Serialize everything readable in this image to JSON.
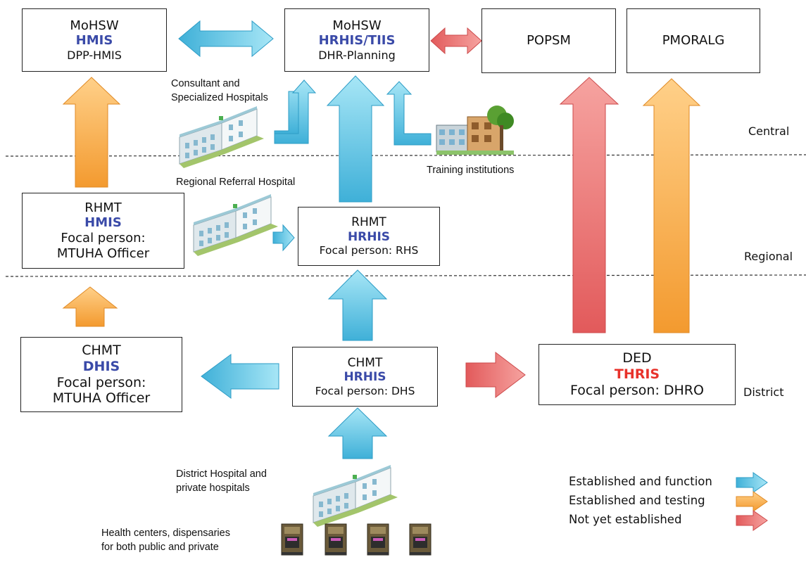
{
  "boxes": {
    "mohsw_hmis": {
      "org": "MoHSW",
      "system": "HMIS",
      "unit": "DPP-HMIS"
    },
    "mohsw_hrhis": {
      "org": "MoHSW",
      "system": "HRHIS/TIIS",
      "unit": "DHR-Planning"
    },
    "popsm": {
      "org": "POPSM"
    },
    "pmoralg": {
      "org": "PMORALG"
    },
    "rhmt_hmis": {
      "org": "RHMT",
      "system": "HMIS",
      "focal1": "Focal person:",
      "focal2": "MTUHA Officer"
    },
    "rhmt_hrhis": {
      "org": "RHMT",
      "system": "HRHIS",
      "focal": "Focal person: RHS"
    },
    "chmt_dhis": {
      "org": "CHMT",
      "system": "DHIS",
      "focal1": "Focal person:",
      "focal2": "MTUHA Officer"
    },
    "chmt_hrhis": {
      "org": "CHMT",
      "system": "HRHIS",
      "focal": "Focal person: DHS"
    },
    "ded": {
      "org": "DED",
      "system": "THRIS",
      "focal": "Focal person: DHRO"
    }
  },
  "labels": {
    "consultant": [
      "Consultant and",
      "Specialized Hospitals"
    ],
    "training": "Training institutions",
    "regional_hospital": "Regional Referral Hospital",
    "district_hospital": [
      "District Hospital and",
      "private hospitals"
    ],
    "health_centers": [
      "Health centers, dispensaries",
      "for both public and private"
    ]
  },
  "levels": {
    "central": "Central",
    "regional": "Regional",
    "district": "District"
  },
  "legend": [
    {
      "label": "Established and function",
      "status": "established-function"
    },
    {
      "label": "Established and testing",
      "status": "established-testing"
    },
    {
      "label": "Not yet established",
      "status": "not-established"
    }
  ],
  "colors": {
    "function_arrow": "#5cc3e3",
    "testing_arrow": "#f7a847",
    "not_established_arrow": "#e9686a",
    "system_text": "#3a4aa8",
    "thris_text": "#e8322b"
  }
}
